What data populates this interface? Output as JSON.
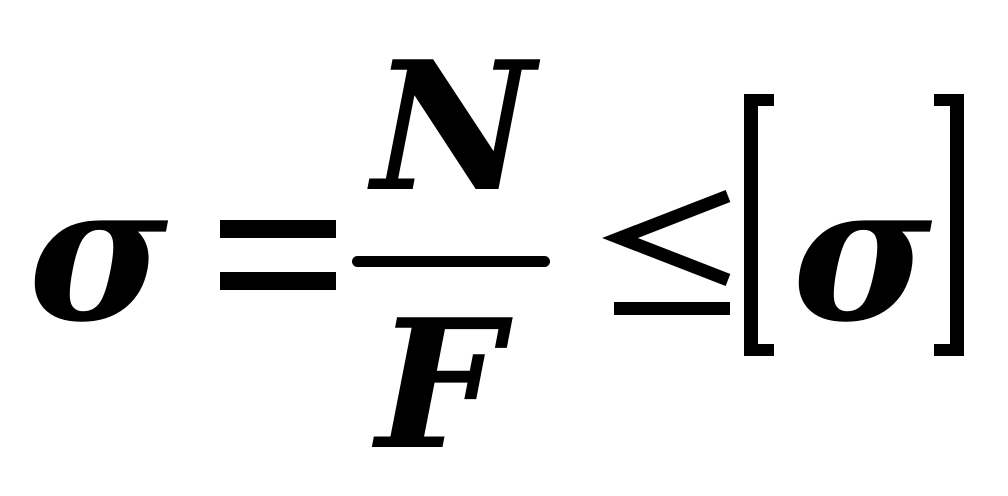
{
  "formula": {
    "lhs_symbol": "σ",
    "equals_symbol": "=",
    "numerator": "N",
    "denominator": "F",
    "relation_symbol": "≤",
    "bracket_open": "[",
    "bracket_close": "]",
    "rhs_symbol": "σ"
  }
}
